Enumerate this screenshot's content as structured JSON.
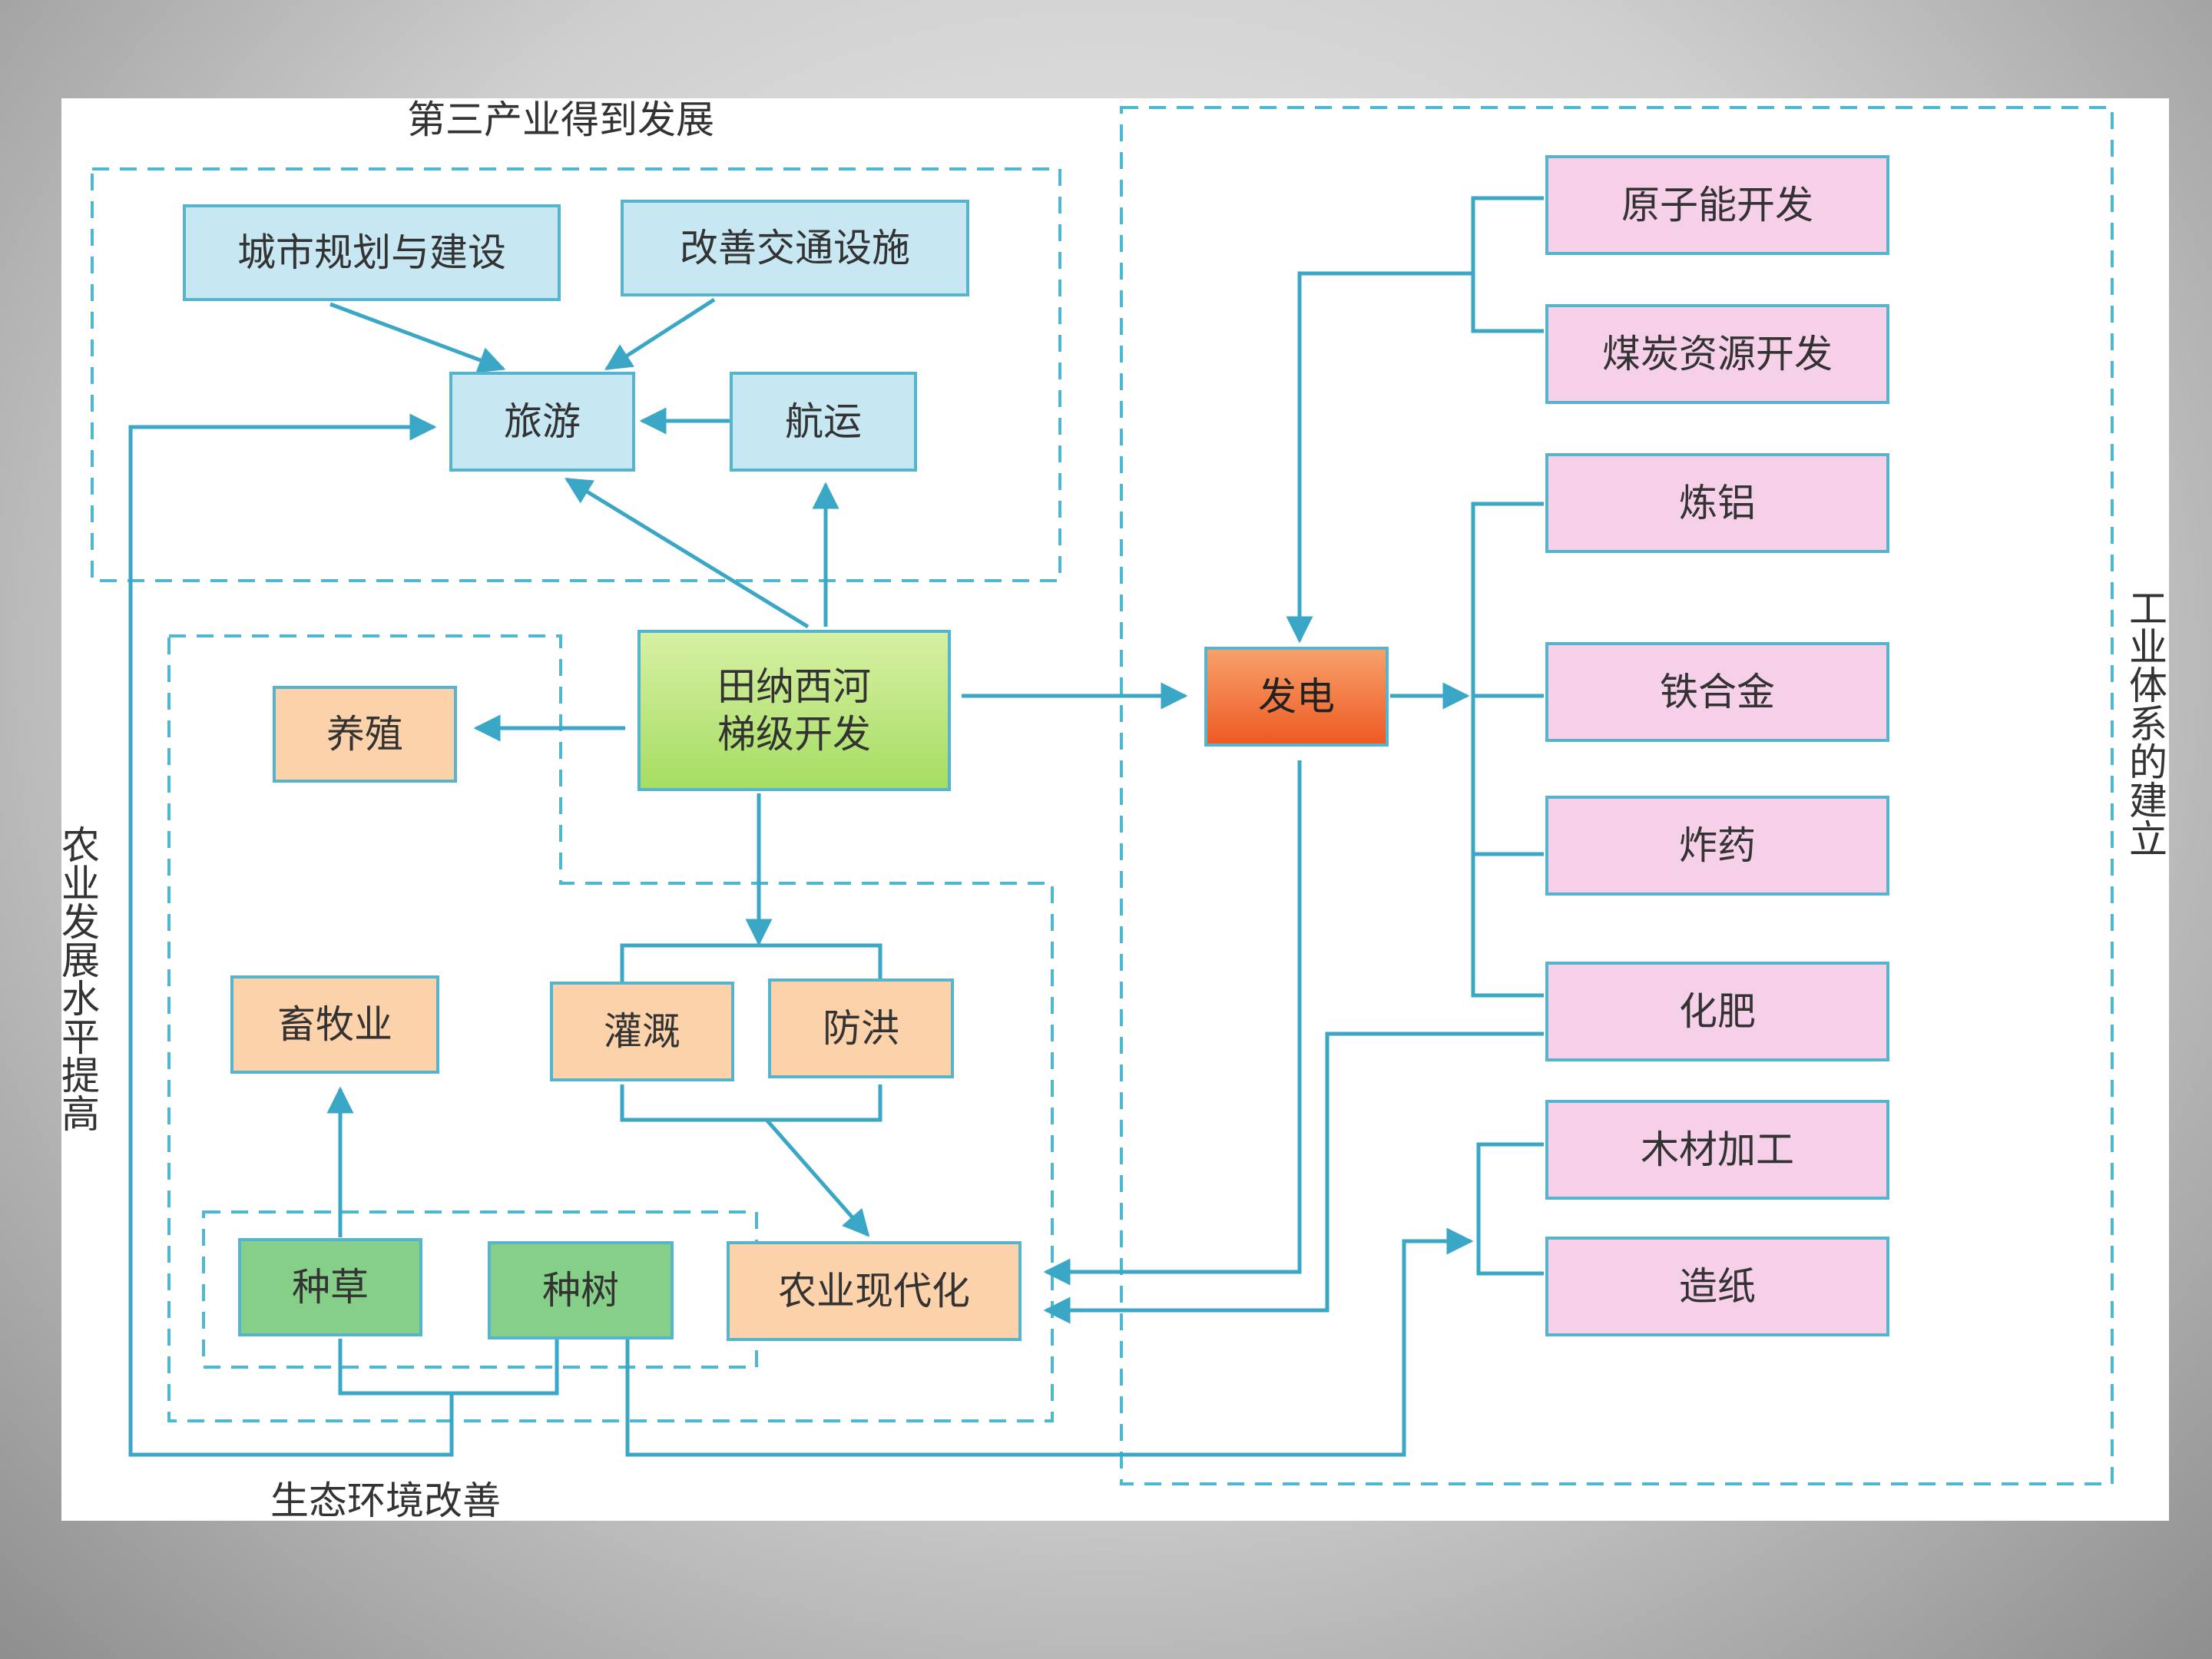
{
  "groups": {
    "tertiary": "第三产业得到发展",
    "agriculture": "农业发展水平提高",
    "ecology": "生态环境改善",
    "industry": "工业体系的建立"
  },
  "nodes": {
    "city_planning": "城市规划与建设",
    "transport": "改善交通设施",
    "tourism": "旅游",
    "shipping": "航运",
    "hub": "田纳西河\n梯级开发",
    "breeding": "养殖",
    "livestock": "畜牧业",
    "irrigation": "灌溉",
    "flood_control": "防洪",
    "grass": "种草",
    "trees": "种树",
    "agri_modern": "农业现代化",
    "power": "发电",
    "nuclear": "原子能开发",
    "coal": "煤炭资源开发",
    "aluminum": "炼铝",
    "ferroalloy": "铁合金",
    "explosives": "炸药",
    "fertilizer": "化肥",
    "wood": "木材加工",
    "paper": "造纸"
  },
  "colors": {
    "line": "#3aa7c6",
    "dash": "#4cb9d0",
    "tertiary_fill": "#c7e7f2",
    "industry_fill": "#f6cfe8",
    "agri_fill": "#fcd2aa",
    "eco_fill": "#86cf88",
    "power_fill": "#ee5a23"
  }
}
